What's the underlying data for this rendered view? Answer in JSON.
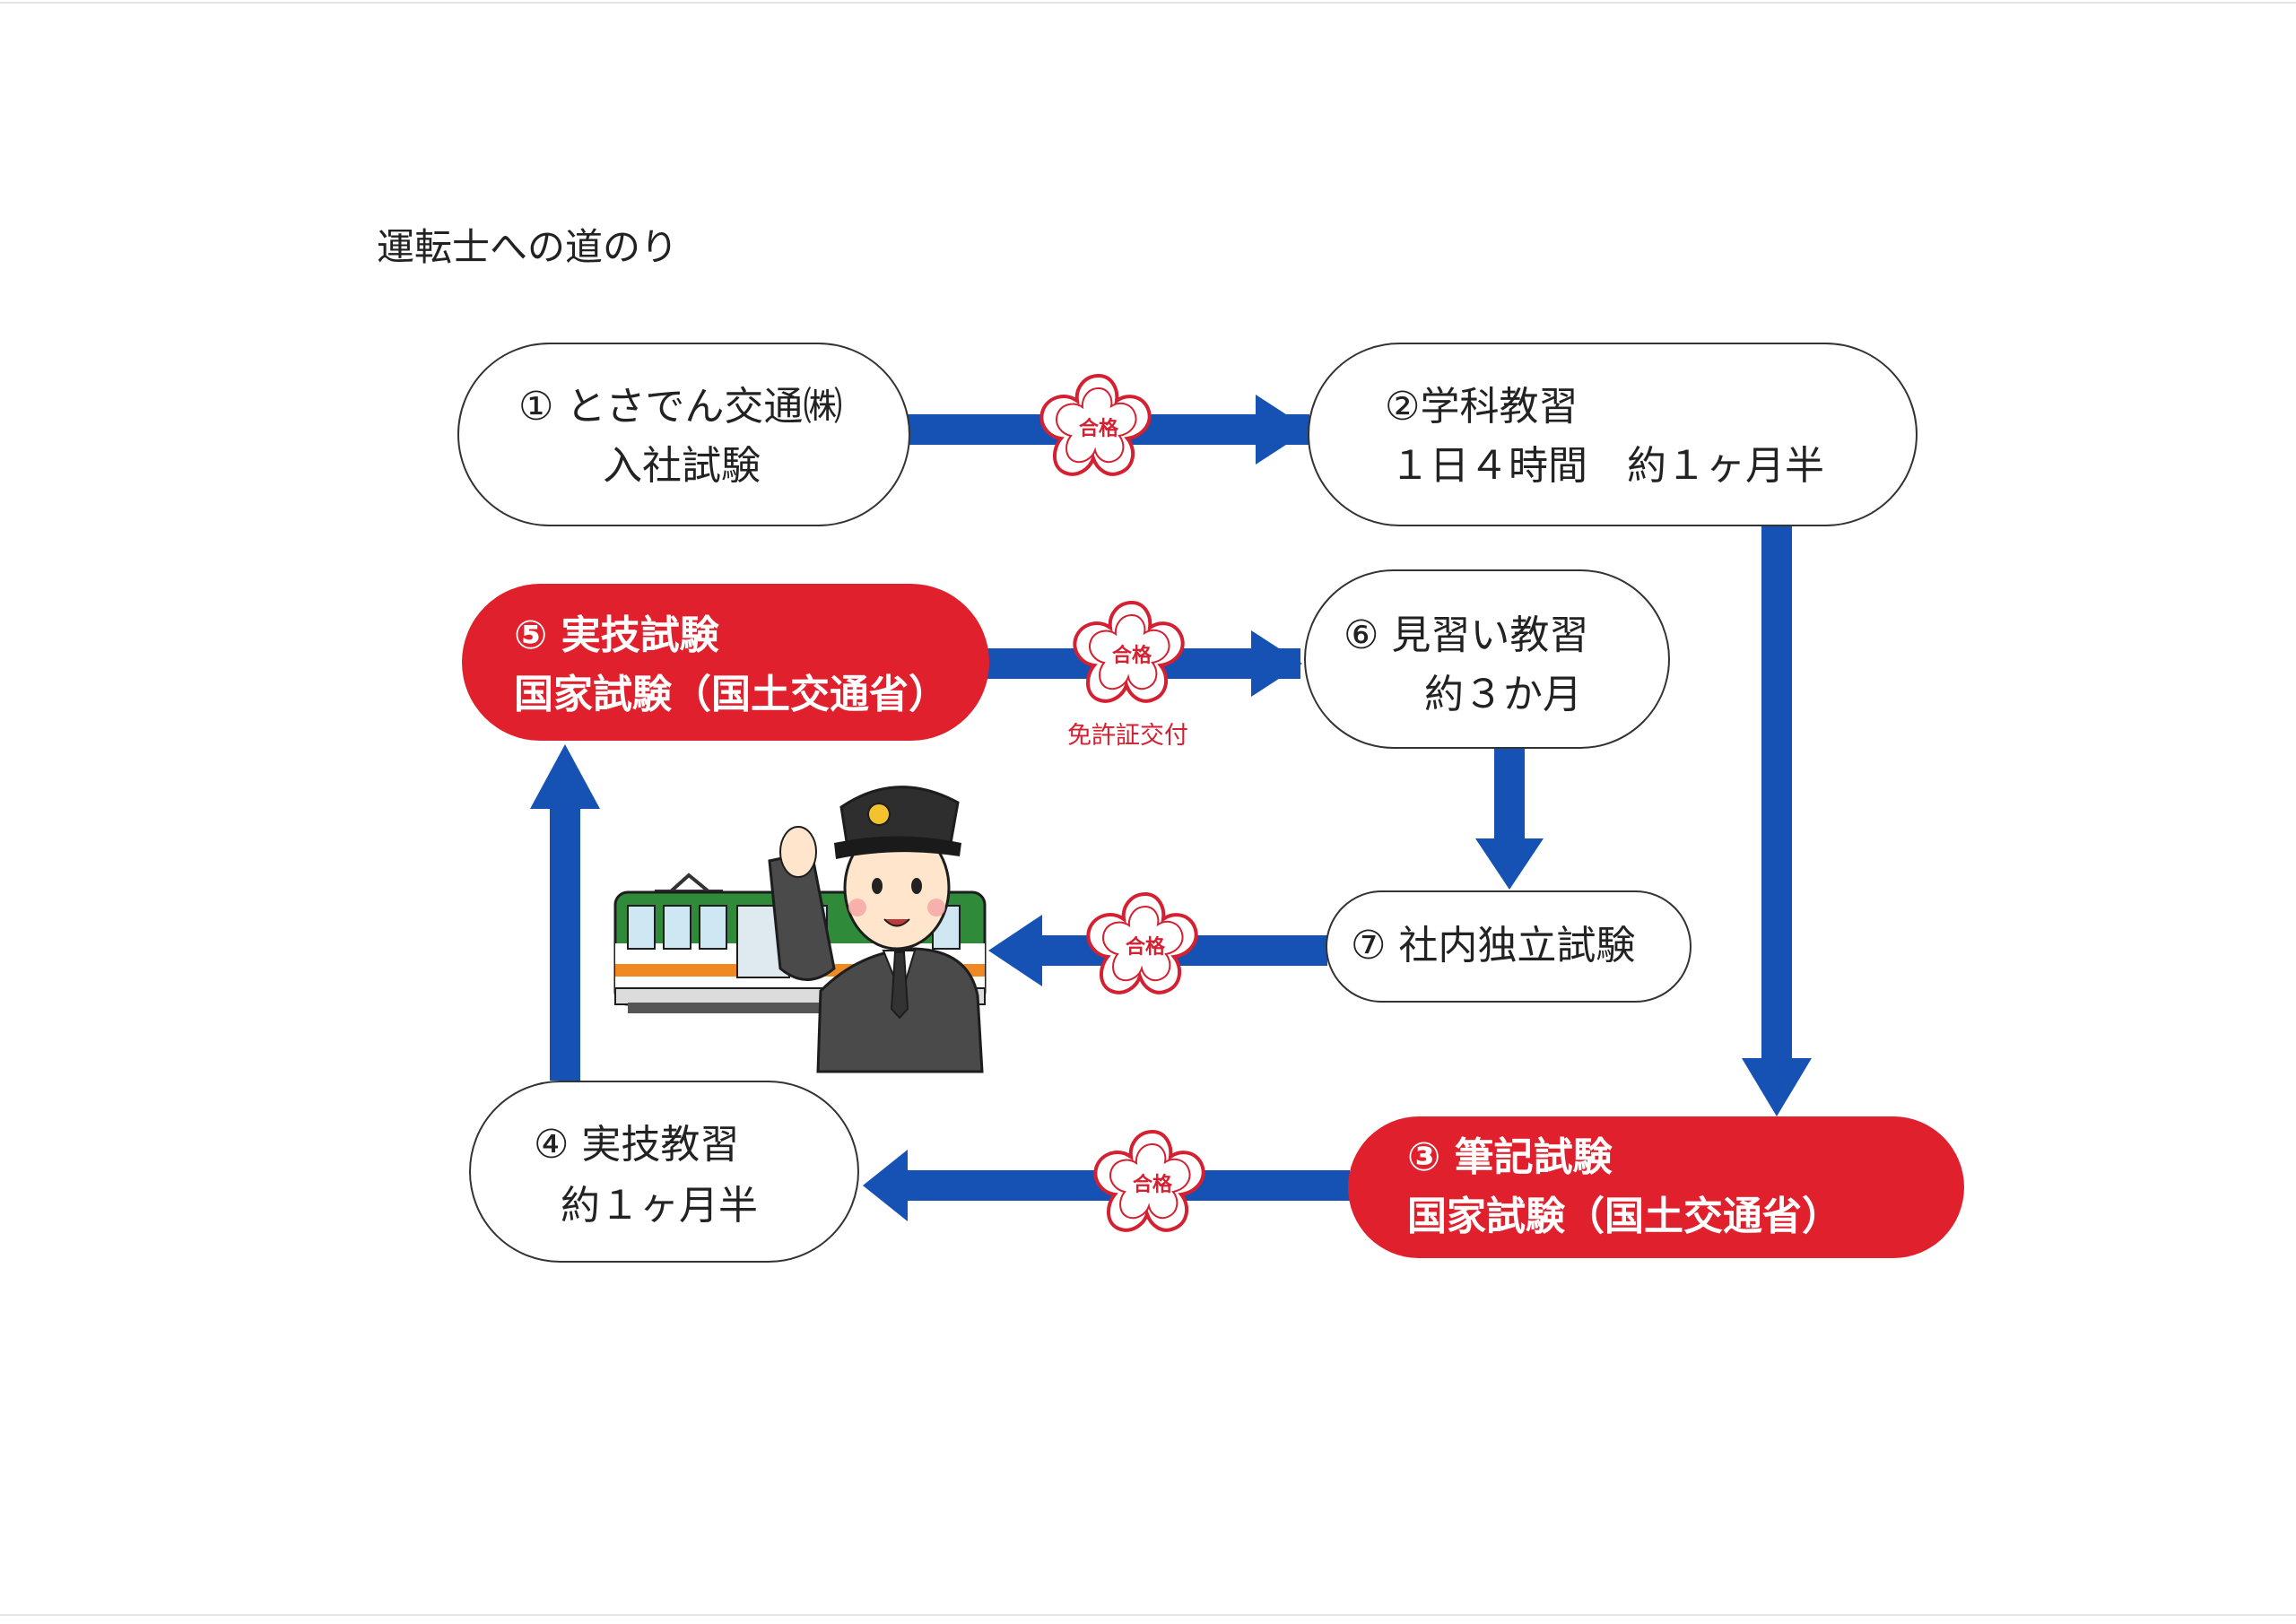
{
  "title": "運転士への道のり",
  "steps": {
    "s1": {
      "line1": "① とさでん交通㈱",
      "line2": "入社試験"
    },
    "s2": {
      "line1": "②学科教習",
      "line2": "１日４時間　約１ヶ月半"
    },
    "s3": {
      "line1": "③ 筆記試験",
      "line2": "国家試験（国土交通省）"
    },
    "s4": {
      "line1": "④ 実技教習",
      "line2": "約１ヶ月半"
    },
    "s5": {
      "line1": "⑤ 実技試験",
      "line2": "国家試験（国土交通省）"
    },
    "s6": {
      "line1": "⑥ 見習い教習",
      "line2": "約３か月"
    },
    "s7": {
      "line1": "⑦ 社内独立試験"
    }
  },
  "stamp_label": "合格",
  "license_note": "免許証交付",
  "colors": {
    "arrow": "#1552b3",
    "exam_red": "#e0202d",
    "stamp_red": "#d42030",
    "box_border": "#333333"
  },
  "icons": [
    "sakura-stamp-icon",
    "train-illustration",
    "conductor-illustration"
  ]
}
